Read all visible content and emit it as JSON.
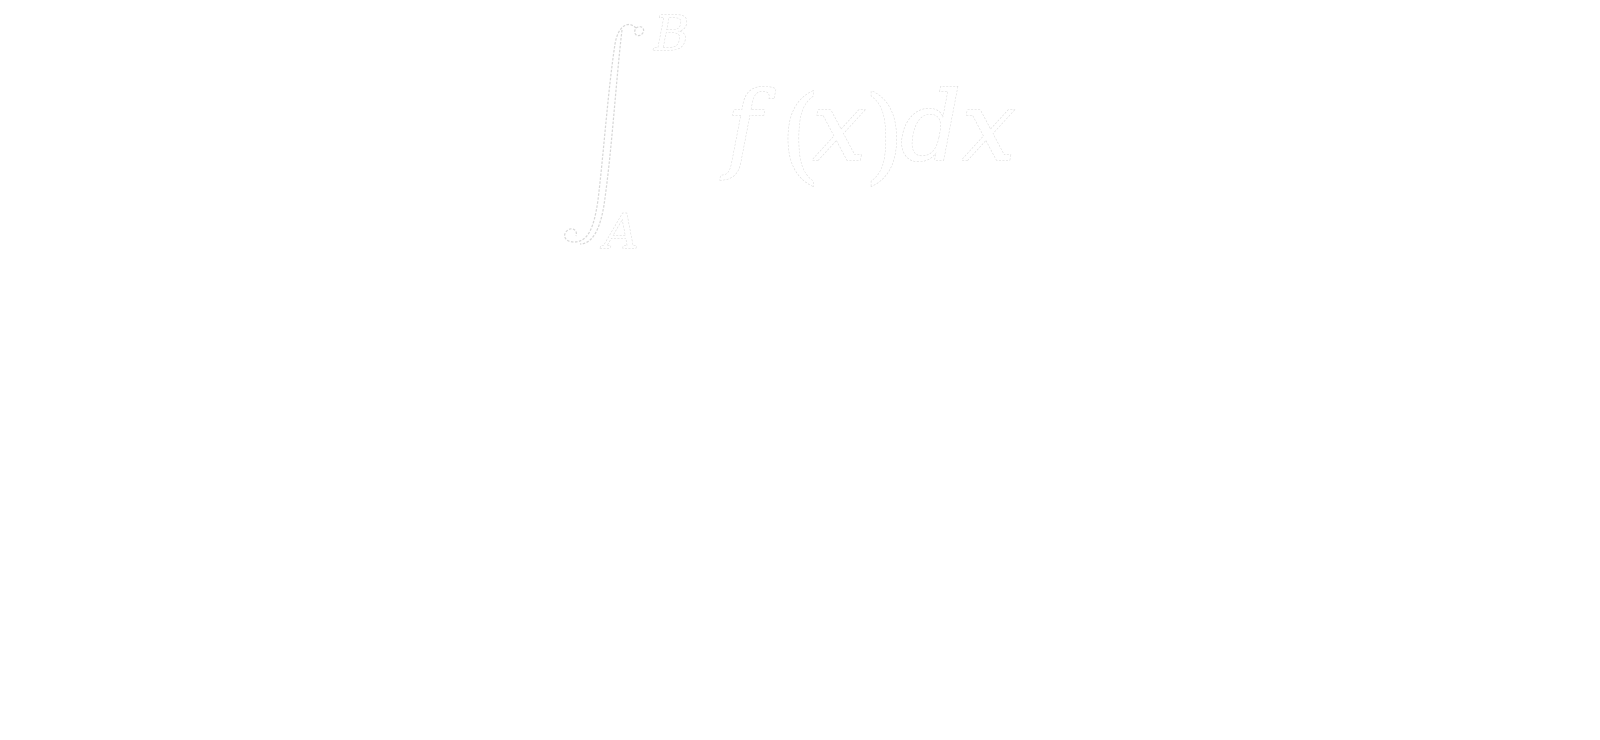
{
  "formula": {
    "integral_symbol": "∫",
    "upper_limit": "B",
    "lower_limit": "A",
    "function_name": "f",
    "open_paren": "(",
    "variable": "x",
    "close_paren": ")",
    "differential": "dx"
  },
  "colors": {
    "background": "#ffffff",
    "outline": "#d4d4d4"
  }
}
